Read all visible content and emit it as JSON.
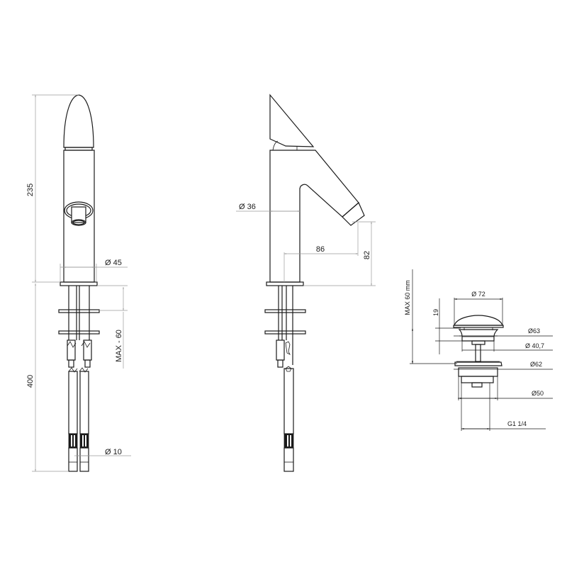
{
  "drawing": {
    "front_view": {
      "height_body": "235",
      "body_diameter": "Ø  45",
      "height_hoses": "400",
      "max_deck": "MAX - 60",
      "hose_diameter": "Ø 10"
    },
    "side_view": {
      "body_diameter": "Ø  36",
      "spout_reach": "86",
      "spout_height": "82"
    },
    "drain": {
      "max_height": "MAX 60 mm",
      "cap_diameter": "Ø 72",
      "cap_height": "19",
      "flange_diameter": "Ø63",
      "stem_diameter": "Ø 40,7",
      "base_flange_diameter": "Ø62",
      "body_diameter": "Ø50",
      "thread": "G1 1/4"
    },
    "colors": {
      "line": "#1a1a1a",
      "dimension": "#9a9a9a",
      "background": "#ffffff"
    }
  }
}
